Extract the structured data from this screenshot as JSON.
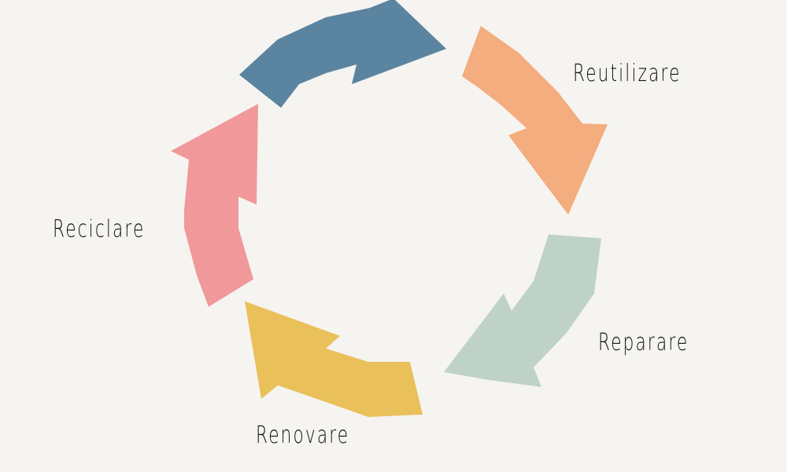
{
  "diagram": {
    "type": "cycle",
    "steps": [
      {
        "label": "Reutilizare",
        "color": "#f3ad7e"
      },
      {
        "label": "Reparare",
        "color": "#bed2c8"
      },
      {
        "label": "Renovare",
        "color": "#e9c05a"
      },
      {
        "label": "Reciclare",
        "color": "#f1989a"
      },
      {
        "label": "",
        "color": "#5b84a0"
      }
    ]
  }
}
